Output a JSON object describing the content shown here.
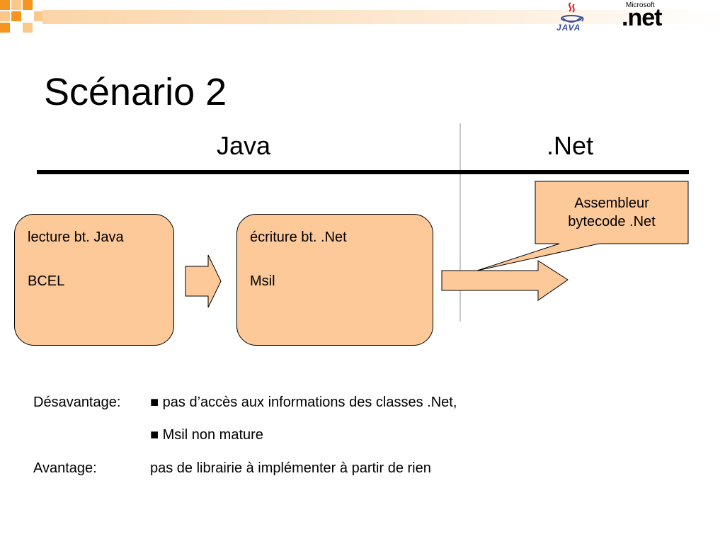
{
  "title": "Scénario 2",
  "columns": {
    "left": "Java",
    "right": ".Net"
  },
  "logos": {
    "java": "JAVA",
    "microsoft": "Microsoft",
    "net": ".net"
  },
  "boxes": [
    {
      "line1": "lecture bt. Java",
      "line2": "BCEL"
    },
    {
      "line1": "écriture bt. .Net",
      "line2": "Msil"
    }
  ],
  "callout": {
    "line1": "Assembleur",
    "line2": "bytecode .Net"
  },
  "notes": {
    "disadvantage_label": "Désavantage:",
    "disadvantage_items": [
      "■ pas d’accès aux informations des classes .Net,",
      "■ Msil non mature"
    ],
    "advantage_label": "Avantage:",
    "advantage_text": "pas de librairie à implémenter à partir de rien"
  },
  "colors": {
    "box_fill": "#fdc999",
    "accent_orange": "#f7941d",
    "java_red": "#e11b22",
    "java_blue": "#3a4e9e"
  }
}
